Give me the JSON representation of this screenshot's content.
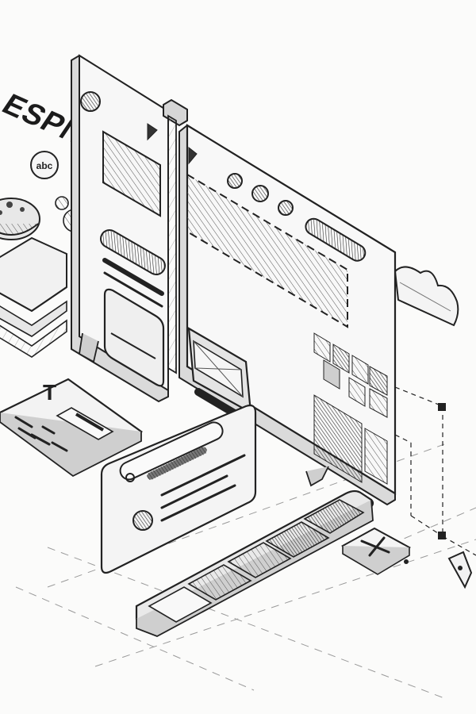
{
  "brands": {
    "espn": "ESPN",
    "abc": "abc",
    "tile_letter": "T"
  },
  "colors": {
    "paper": "#fbfbfa",
    "ink": "#222222",
    "shade": "#bdbdbd",
    "dark": "#3a3a3a"
  },
  "icons": [
    "play-icon",
    "play-icon",
    "mickey-ears-icon",
    "search-icon",
    "pen-tool-icon",
    "cloud-icon",
    "dome-icon",
    "avatar-circle-icon"
  ]
}
